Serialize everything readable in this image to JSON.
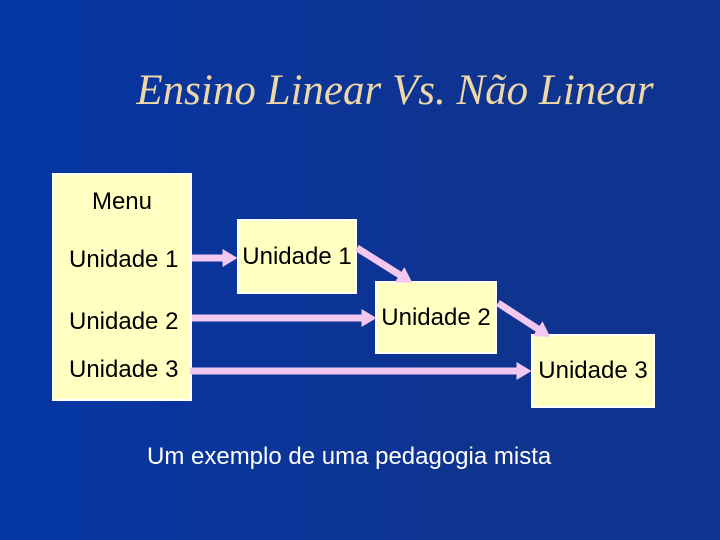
{
  "slide": {
    "title": "Ensino Linear Vs. Não Linear",
    "caption": "Um exemplo de uma pedagogia mista",
    "menu": {
      "header": "Menu",
      "items": [
        "Unidade 1",
        "Unidade 2",
        "Unidade 3"
      ]
    },
    "nodes": [
      "Unidade 1",
      "Unidade 2",
      "Unidade 3"
    ],
    "arrows": [
      "menu-unidade1-to-node1",
      "menu-unidade2-to-node2",
      "menu-unidade3-to-node3",
      "node1-to-node2",
      "node2-to-node3"
    ],
    "colors": {
      "background_left": "#0536A4",
      "background_right": "#0F348F",
      "box_fill": "#FFFFC2",
      "box_border": "#FFFFFF",
      "box_text": "#000000",
      "arrow": "#F2C8F0",
      "title_text": "#EFD8A6",
      "caption_text": "#FFFFFF"
    }
  }
}
